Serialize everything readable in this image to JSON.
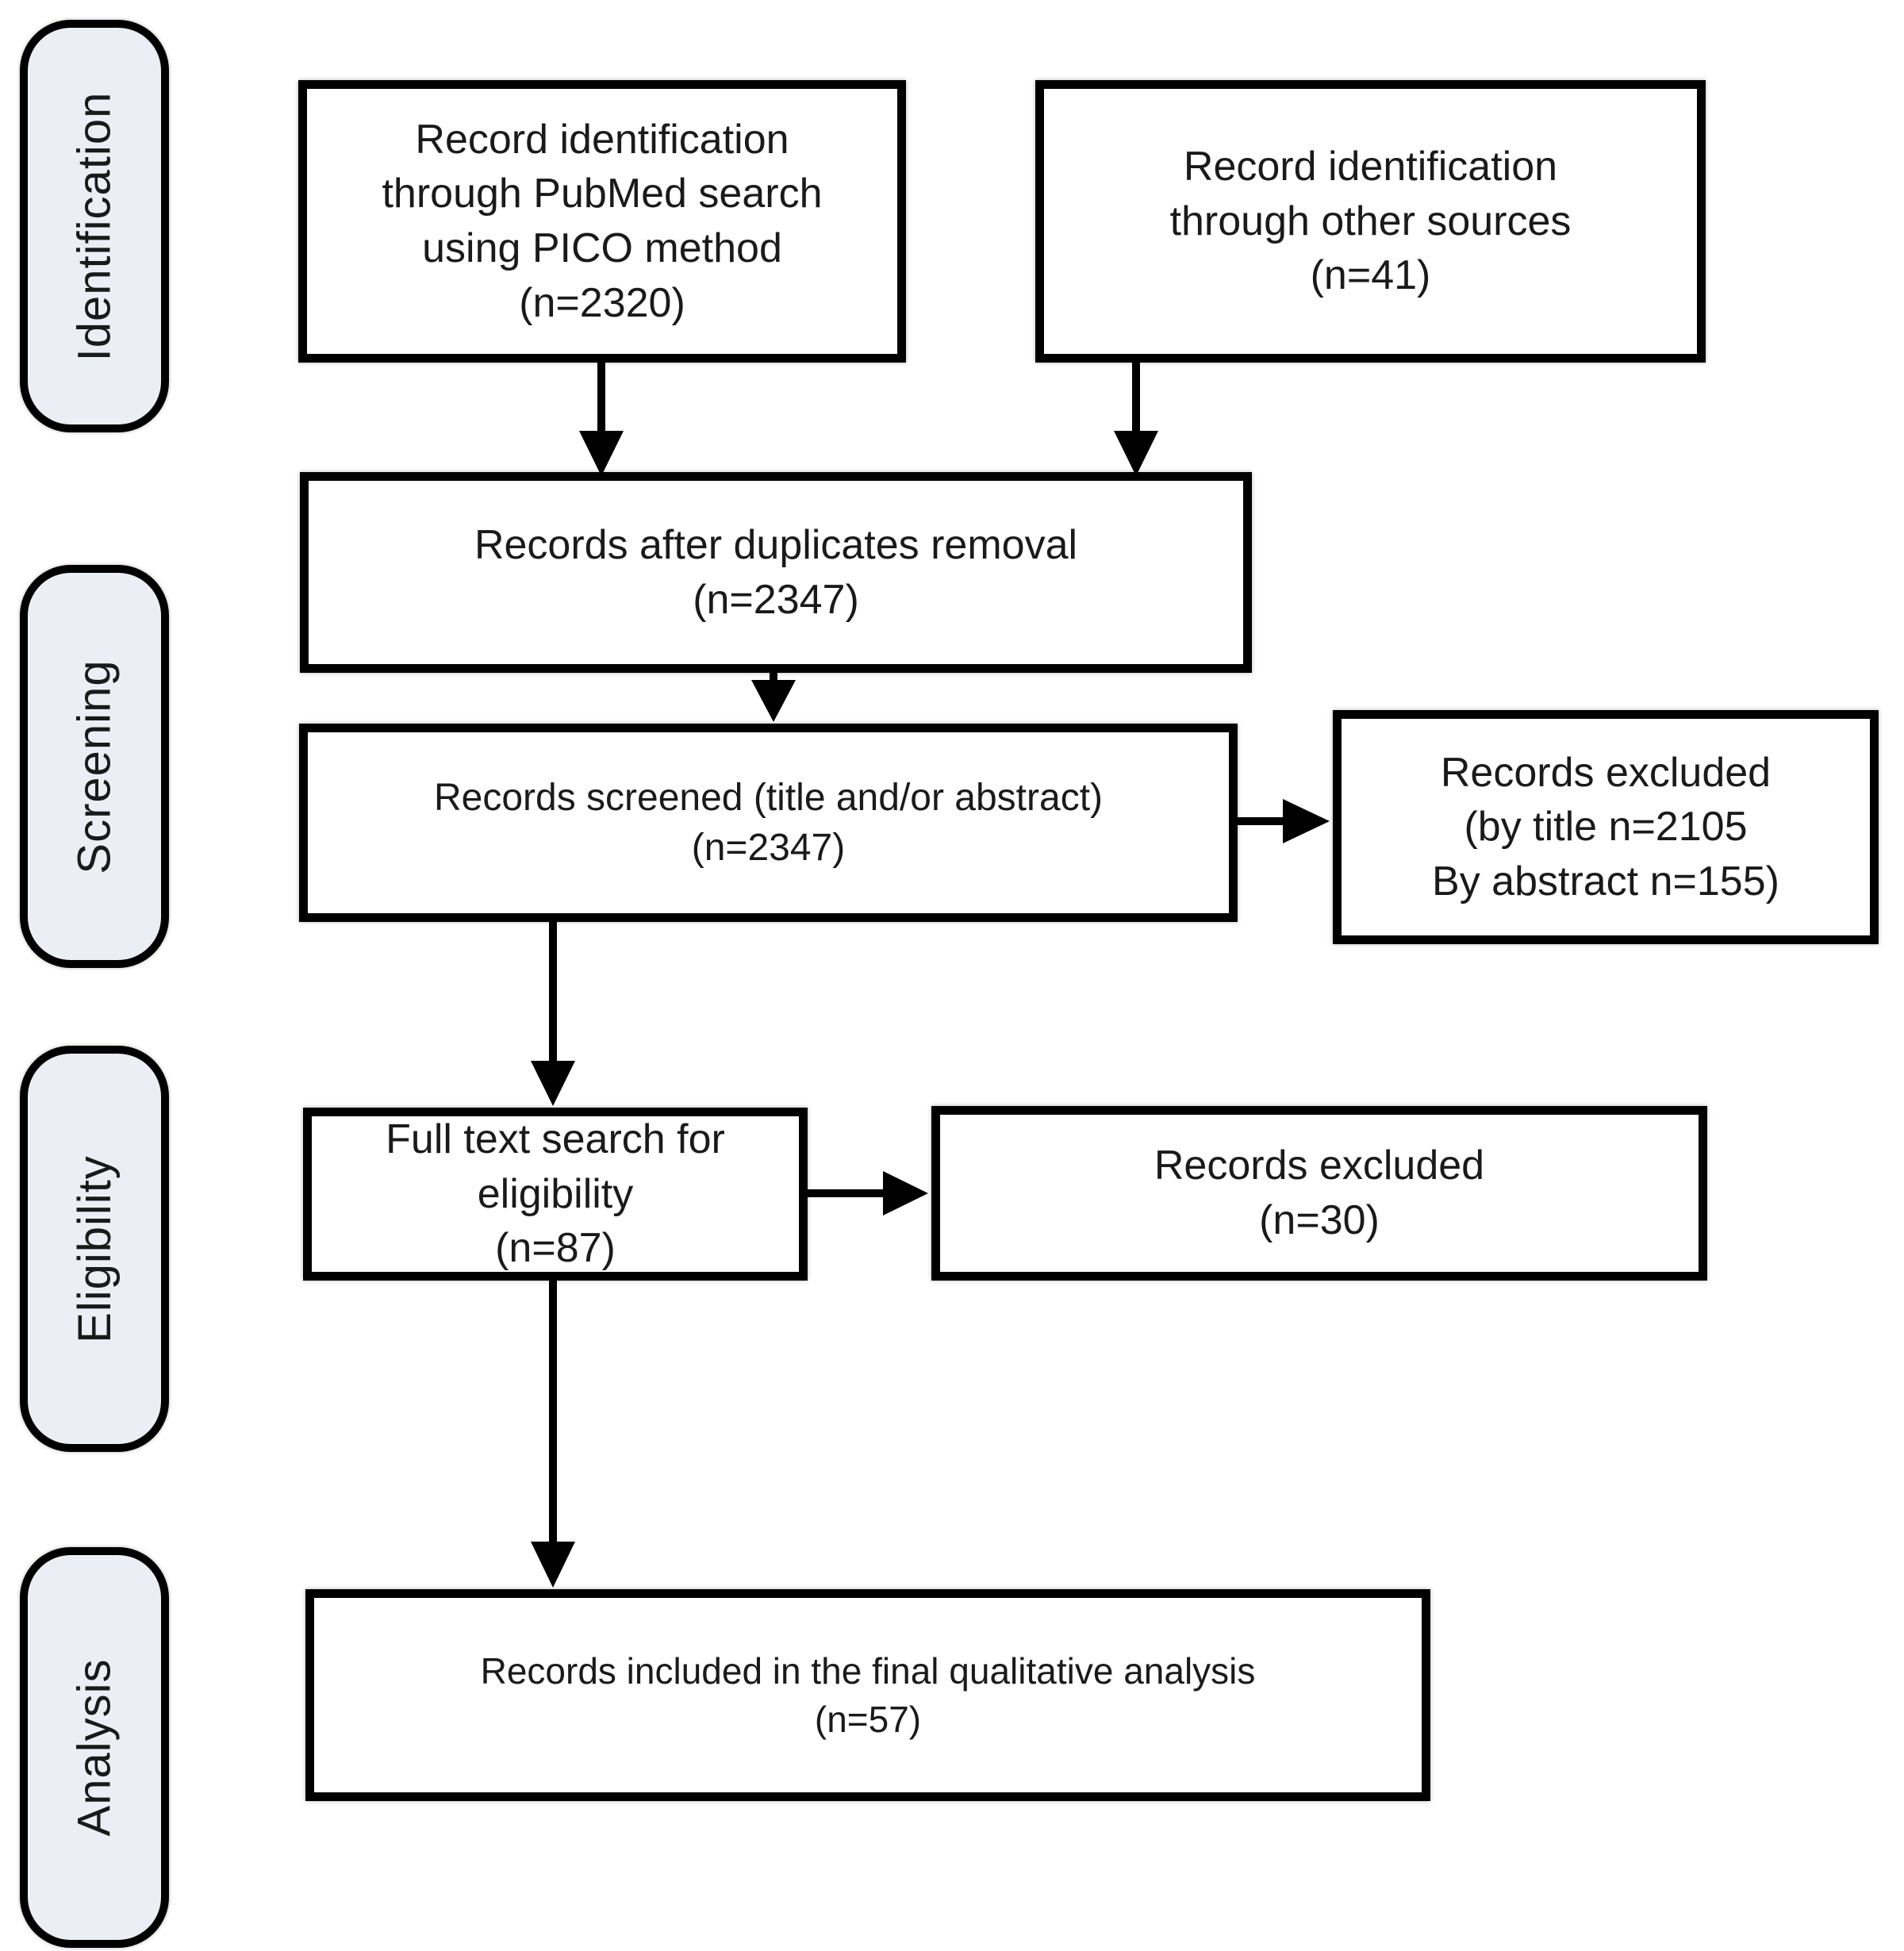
{
  "figure": {
    "type": "prisma-flow-diagram",
    "background_color": "#ffffff",
    "border_color": "#000000",
    "stage_fill_color": "#ebeff5",
    "text_color": "#1a1a1a"
  },
  "stages": [
    {
      "id": "identification",
      "label": "Identification"
    },
    {
      "id": "screening",
      "label": "Screening"
    },
    {
      "id": "eligibility",
      "label": "Eligibility"
    },
    {
      "id": "analysis",
      "label": "Analysis"
    }
  ],
  "boxes": [
    {
      "id": "pubmed-search",
      "text": "Record identification\nthrough PubMed search\nusing PICO method\n(n=2320)"
    },
    {
      "id": "other-sources",
      "text": "Record identification\nthrough other sources\n(n=41)"
    },
    {
      "id": "after-duplicates",
      "text": "Records after duplicates removal\n(n=2347)"
    },
    {
      "id": "records-screened",
      "text": "Records screened (title and/or abstract)\n(n=2347)"
    },
    {
      "id": "excluded-title-abstract",
      "text": "Records excluded\n(by title n=2105\nBy abstract n=155)"
    },
    {
      "id": "full-text-search",
      "text": "Full text search for\neligibility\n(n=87)"
    },
    {
      "id": "excluded-full-text",
      "text": "Records excluded\n(n=30)"
    },
    {
      "id": "included-final",
      "text": "Records included in the final qualitative analysis\n(n=57)"
    }
  ],
  "counts": {
    "pubmed": 2320,
    "other_sources": 41,
    "after_duplicates": 2347,
    "screened": 2347,
    "excluded_by_title": 2105,
    "excluded_by_abstract": 155,
    "full_text": 87,
    "excluded_full_text": 30,
    "included_final": 57
  }
}
